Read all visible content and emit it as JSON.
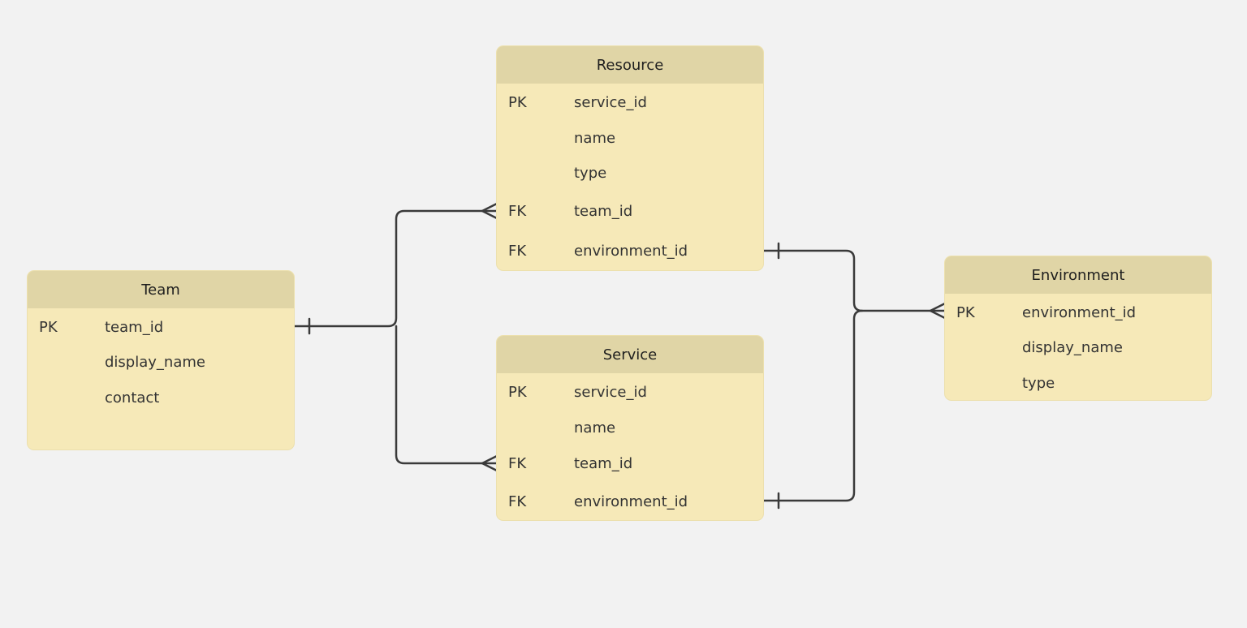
{
  "colors": {
    "background": "#f2f2f2",
    "entity_body": "#f6e9b8",
    "entity_header": "#e0d5a6",
    "connector": "#3a3a3a"
  },
  "entities": {
    "resource": {
      "title": "Resource",
      "rows": [
        {
          "key": "PK",
          "field": "service_id"
        },
        {
          "key": "",
          "field": "name"
        },
        {
          "key": "",
          "field": "type"
        },
        {
          "key": "FK",
          "field": "team_id"
        },
        {
          "key": "FK",
          "field": "environment_id"
        }
      ]
    },
    "team": {
      "title": "Team",
      "rows": [
        {
          "key": "PK",
          "field": "team_id"
        },
        {
          "key": "",
          "field": "display_name"
        },
        {
          "key": "",
          "field": "contact"
        }
      ]
    },
    "service": {
      "title": "Service",
      "rows": [
        {
          "key": "PK",
          "field": "service_id"
        },
        {
          "key": "",
          "field": "name"
        },
        {
          "key": "FK",
          "field": "team_id"
        },
        {
          "key": "FK",
          "field": "environment_id"
        }
      ]
    },
    "environment": {
      "title": "Environment",
      "rows": [
        {
          "key": "PK",
          "field": "environment_id"
        },
        {
          "key": "",
          "field": "display_name"
        },
        {
          "key": "",
          "field": "type"
        }
      ]
    }
  }
}
